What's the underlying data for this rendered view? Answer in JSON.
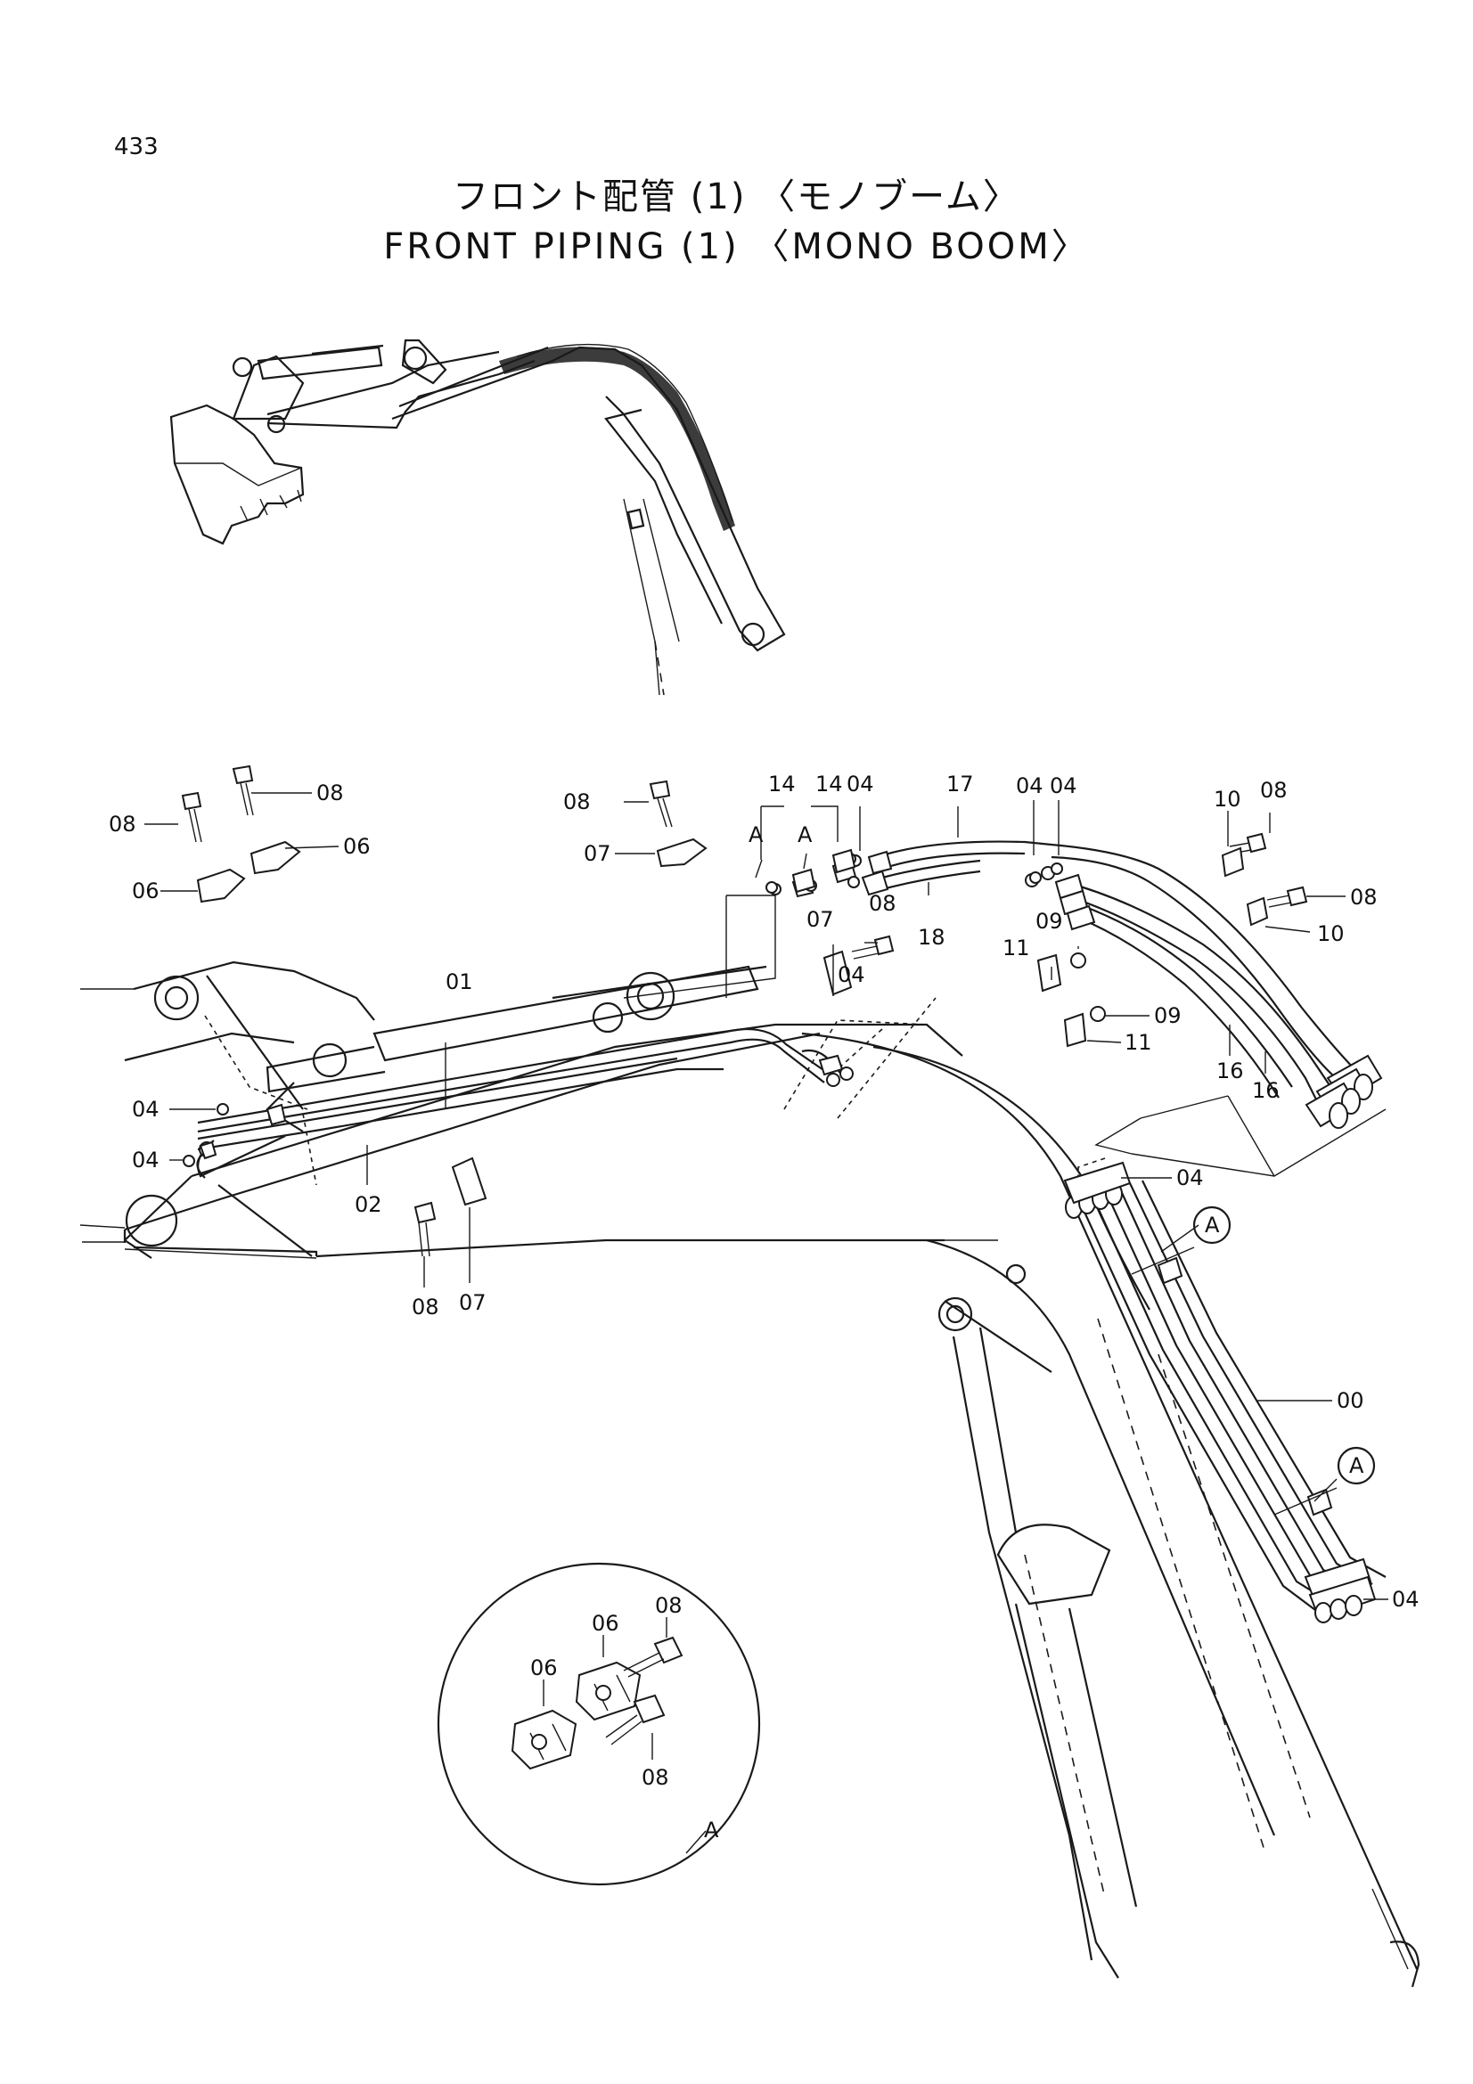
{
  "page_number": "433",
  "title_jp": "フロント配管 (1) 〈モノブーム〉",
  "title_en": "FRONT PIPING (1) 〈MONO BOOM〉",
  "callouts": {
    "c00": "00",
    "c01": "01",
    "c02": "02",
    "c04a": "04",
    "c04b": "04",
    "c04c": "04",
    "c04d": "04",
    "c04e": "04",
    "c04f": "04",
    "c04g": "04",
    "c04h": "04",
    "c06a": "06",
    "c06b": "06",
    "c07a": "07",
    "c07b": "07",
    "c07c": "07",
    "c08a": "08",
    "c08b": "08",
    "c08c": "08",
    "c08d": "08",
    "c08e": "08",
    "c08f": "08",
    "c09a": "09",
    "c09b": "09",
    "c10a": "10",
    "c10b": "10",
    "c11a": "11",
    "c11b": "11",
    "c14a": "14",
    "c14b": "14",
    "c16a": "16",
    "c16b": "16",
    "c17": "17",
    "c18": "18",
    "refA1": "A",
    "refA2": "A",
    "refA3": "A",
    "refA4": "A"
  },
  "detail_view": {
    "label": "A",
    "c06a": "06",
    "c06b": "06",
    "c08a": "08",
    "c08b": "08"
  }
}
